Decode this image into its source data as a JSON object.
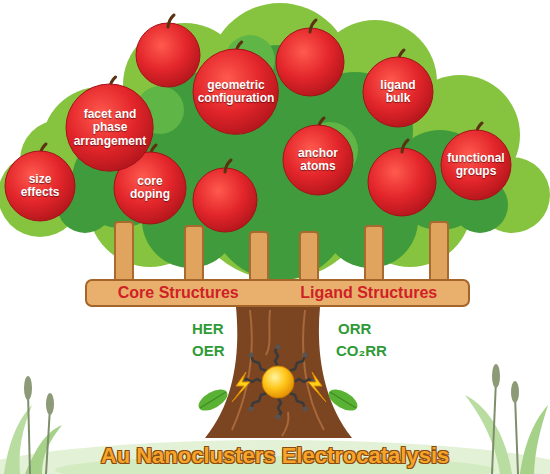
{
  "diagram": {
    "title": "Au Nanoclusters Electrocatalysis",
    "nodes": [
      {
        "text": [
          "facet and phase arrangement"
        ]
      },
      {
        "text": [
          "geometric configuration"
        ]
      },
      {
        "text": [
          "ligand bulk"
        ]
      },
      {
        "text": [
          "size effects"
        ]
      },
      {
        "text": [
          "core doping"
        ]
      },
      {
        "text": [
          "anchor atoms"
        ]
      },
      {
        "text": [
          "functional groups"
        ]
      },
      {
        "text": [
          "Core Structures",
          "Ligand Structures"
        ]
      }
    ],
    "labels": [
      "HER",
      "OER",
      "ORR",
      "CO₂RR"
    ]
  }
}
